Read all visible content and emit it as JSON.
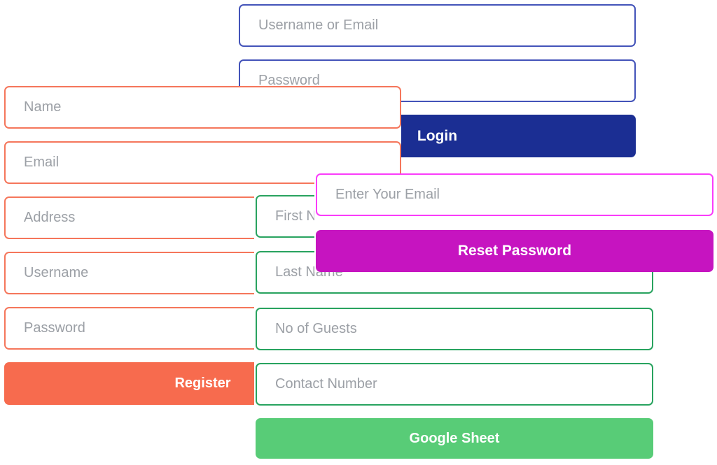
{
  "page": {
    "background": "#ffffff",
    "placeholder_color": "#9ca0a6"
  },
  "login_form": {
    "fields": [
      {
        "placeholder": "Username or Email"
      },
      {
        "placeholder": "Password"
      }
    ],
    "button_label": "Login",
    "border_color": "#4353b9",
    "button_color": "#1b2e93"
  },
  "register_form": {
    "fields": [
      {
        "placeholder": "Name"
      },
      {
        "placeholder": "Email"
      },
      {
        "placeholder": "Address"
      },
      {
        "placeholder": "Username"
      },
      {
        "placeholder": "Password"
      }
    ],
    "button_label": "Register",
    "border_color": "#f5765b",
    "button_color": "#f76b4e"
  },
  "sheet_form": {
    "fields": [
      {
        "placeholder": "First Name"
      },
      {
        "placeholder": "Last Name"
      },
      {
        "placeholder": "No of Guests"
      },
      {
        "placeholder": "Contact Number"
      }
    ],
    "button_label": "Google Sheet",
    "border_color": "#28a35f",
    "button_color": "#58cc77"
  },
  "reset_form": {
    "fields": [
      {
        "placeholder": "Enter Your Email"
      }
    ],
    "button_label": "Reset Password",
    "border_color": "#fa3cfa",
    "button_color": "#c614c0"
  }
}
